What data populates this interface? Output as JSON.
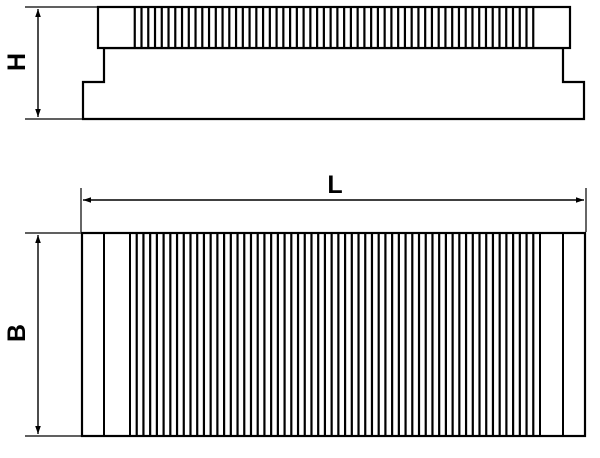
{
  "labels": {
    "height": "H",
    "length": "L",
    "width": "B"
  },
  "colors": {
    "line": "#000000",
    "background": "#ffffff"
  }
}
